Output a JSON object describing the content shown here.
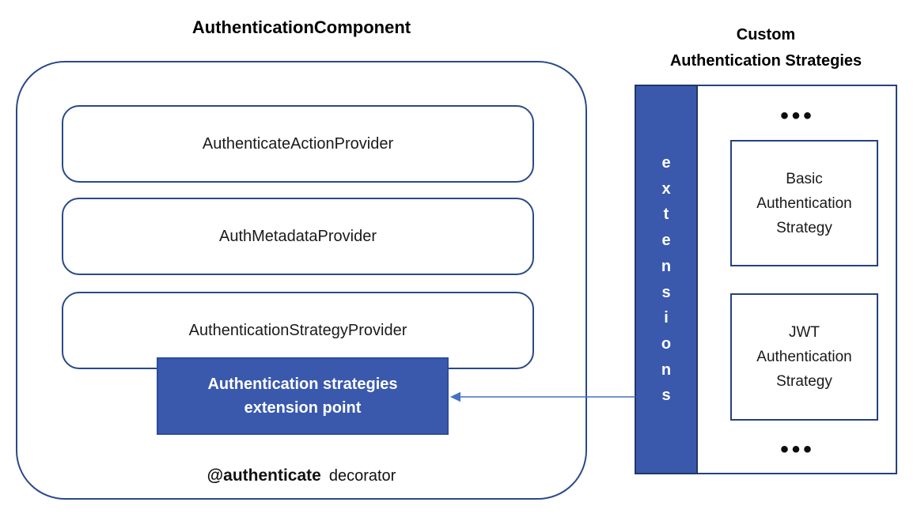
{
  "colors": {
    "box_border": "#2a4a88",
    "container_border": "#24427e",
    "blue_fill": "#3a59ad",
    "blue_bar_border": "#1f3864",
    "arrow": "#4472c4",
    "text_dark": "#1a1a1a",
    "text_white": "#ffffff",
    "background": "#ffffff"
  },
  "left_panel": {
    "title": "AuthenticationComponent",
    "providers": [
      {
        "label": "AuthenticateActionProvider"
      },
      {
        "label": "AuthMetadataProvider"
      },
      {
        "label": "AuthenticationStrategyProvider"
      }
    ],
    "extension_point": {
      "line1": "Authentication strategies",
      "line2": "extension point"
    },
    "decorator": {
      "bold": "@authenticate",
      "regular": "decorator"
    }
  },
  "right_panel": {
    "title_line1": "Custom",
    "title_line2": "Authentication Strategies",
    "extensions_label": "extensions",
    "ellipsis_top": "•••",
    "ellipsis_bottom": "•••",
    "strategies": [
      {
        "line1": "Basic",
        "line2": "Authentication",
        "line3": "Strategy"
      },
      {
        "line1": "JWT",
        "line2": "Authentication",
        "line3": "Strategy"
      }
    ]
  }
}
